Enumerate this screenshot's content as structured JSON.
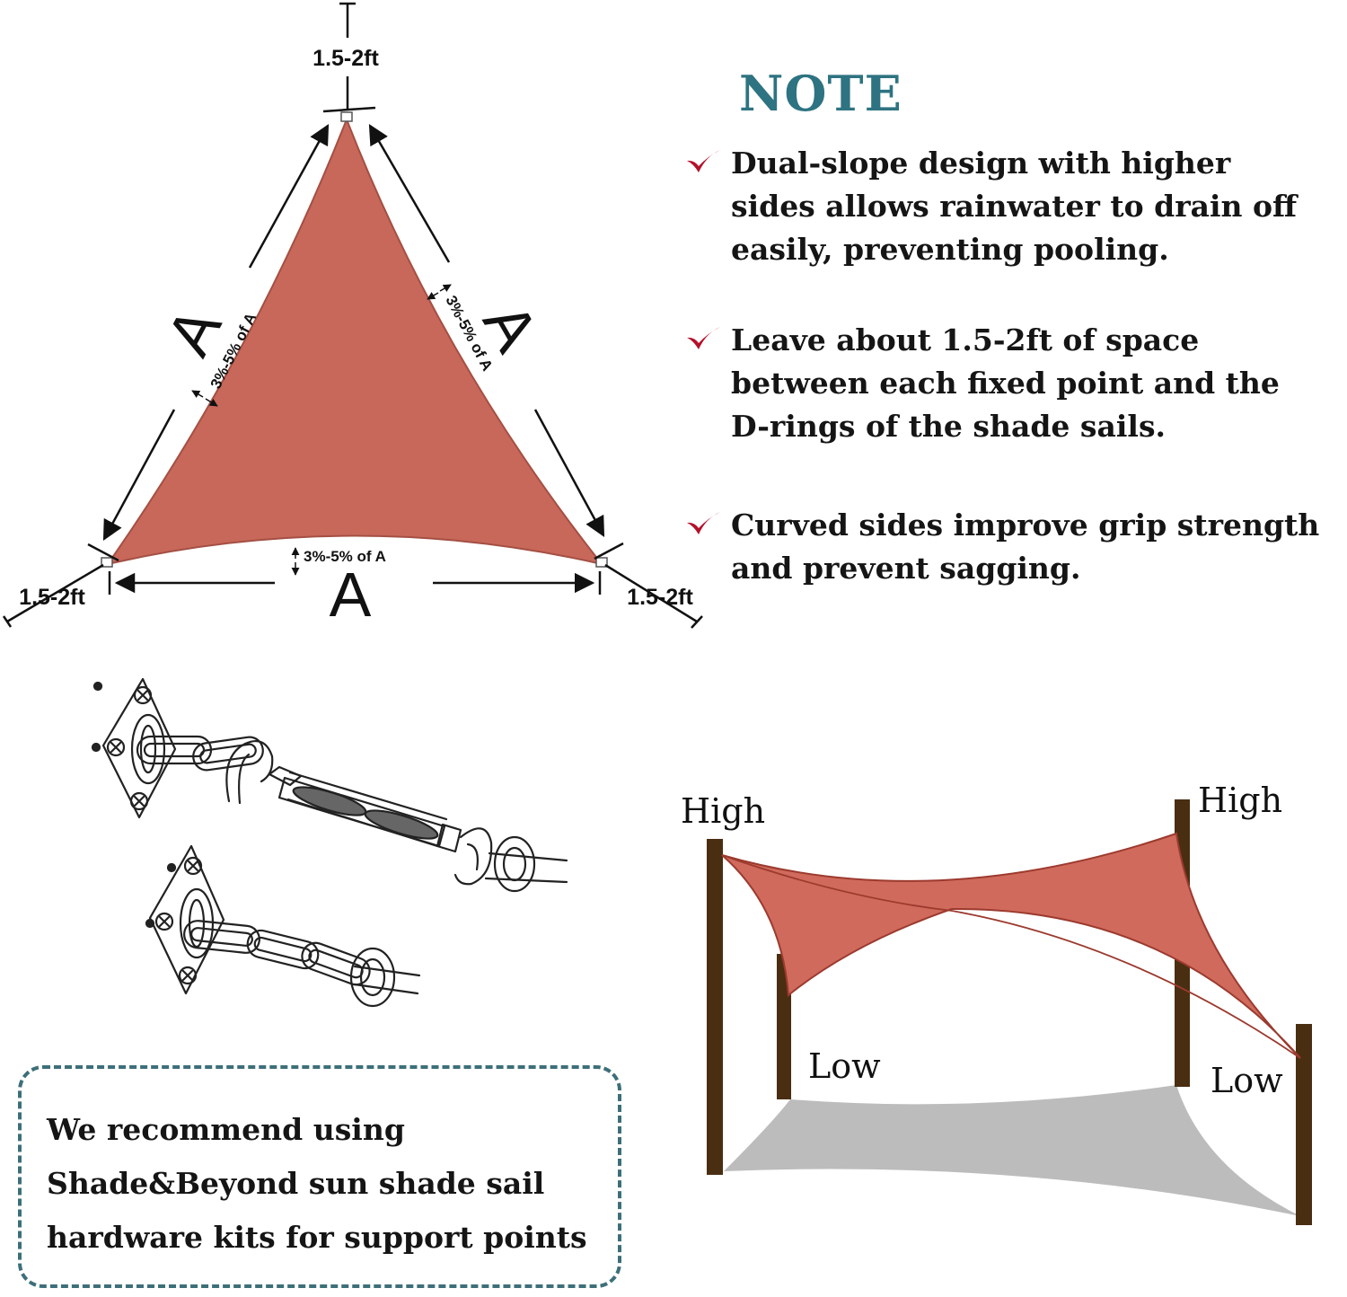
{
  "triangle": {
    "side_label": "A",
    "spacing_label": "1.5-2ft",
    "curve_label": "3%-5% of A",
    "sail_color": "#c8685a"
  },
  "note": {
    "title": "NOTE",
    "title_color": "#2e7381",
    "check_color": "#b4102a",
    "items": [
      {
        "lines": [
          "Dual-slope design with higher",
          "sides allows rainwater to drain off",
          "easily, preventing pooling."
        ]
      },
      {
        "lines": [
          "Leave about 1.5-2ft of space",
          "between each fixed point and the",
          "D-rings of the shade sails."
        ]
      },
      {
        "lines": [
          "Curved sides improve grip strength",
          "and prevent sagging."
        ]
      }
    ]
  },
  "recommend": {
    "lines": [
      "We recommend using",
      "Shade&Beyond sun shade sail",
      "hardware kits for support points"
    ],
    "border_color": "#3d6f79"
  },
  "install": {
    "high_label": "High",
    "low_label": "Low",
    "post_color": "#4a2e12",
    "sail_color": "#cf6a5c",
    "shadow_color": "#bcbcbc"
  }
}
